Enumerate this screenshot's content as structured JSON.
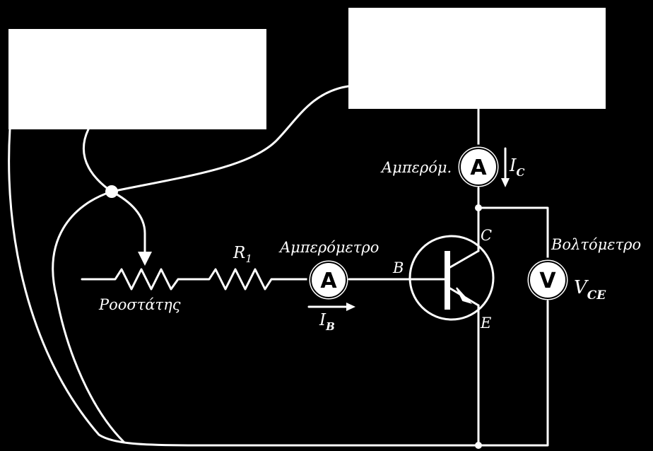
{
  "labels": {
    "rheostat": "Ροοστάτης",
    "r1_main": "R",
    "r1_sub": "1",
    "ammeter_base": "Αμπερόμετρο",
    "ammeter_collector": "Αμπερόμ.",
    "voltmeter": "Βολτόμετρο",
    "ib_main": "I",
    "ib_sub": "B",
    "ic_main": "I",
    "ic_sub": "C",
    "vce_main": "V",
    "vce_sub": "CE",
    "base": "B",
    "collector": "C",
    "emitter": "E",
    "ammeter_symbol": "A",
    "voltmeter_symbol": "V"
  },
  "colors": {
    "background": "#000000",
    "foreground": "#ffffff",
    "box_fill": "#ffffff"
  }
}
